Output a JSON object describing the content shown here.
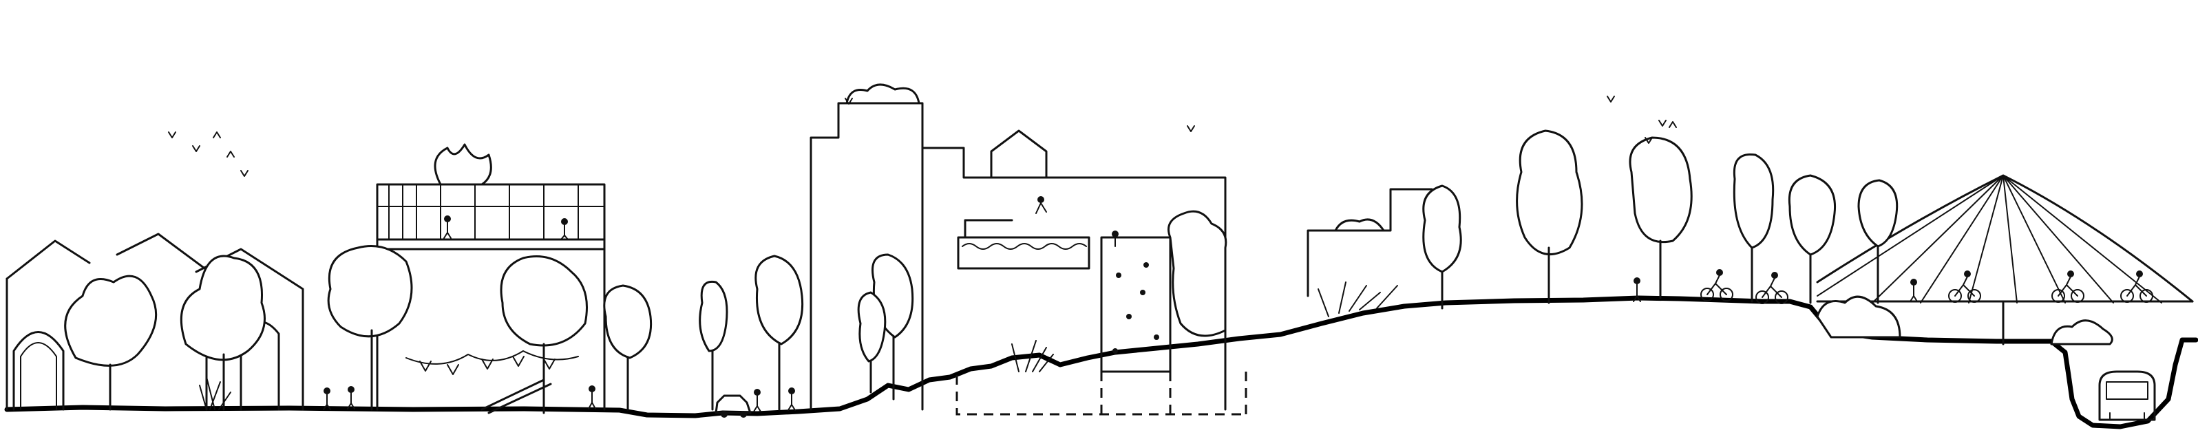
{
  "drawing": {
    "style": "hand-drawn urban section sketch",
    "ink_color": "#111111",
    "background_color": "#ffffff"
  },
  "elements": [
    "houses",
    "playground-building",
    "street",
    "climbing-wall-building",
    "green-hill",
    "bike-path",
    "tent-pavilion",
    "train-tunnel"
  ],
  "icons": {
    "tree": "tree-icon",
    "person": "person-icon",
    "bird": "bird-icon",
    "bicycle": "bicycle-icon",
    "car": "car-icon",
    "train": "train-icon"
  }
}
